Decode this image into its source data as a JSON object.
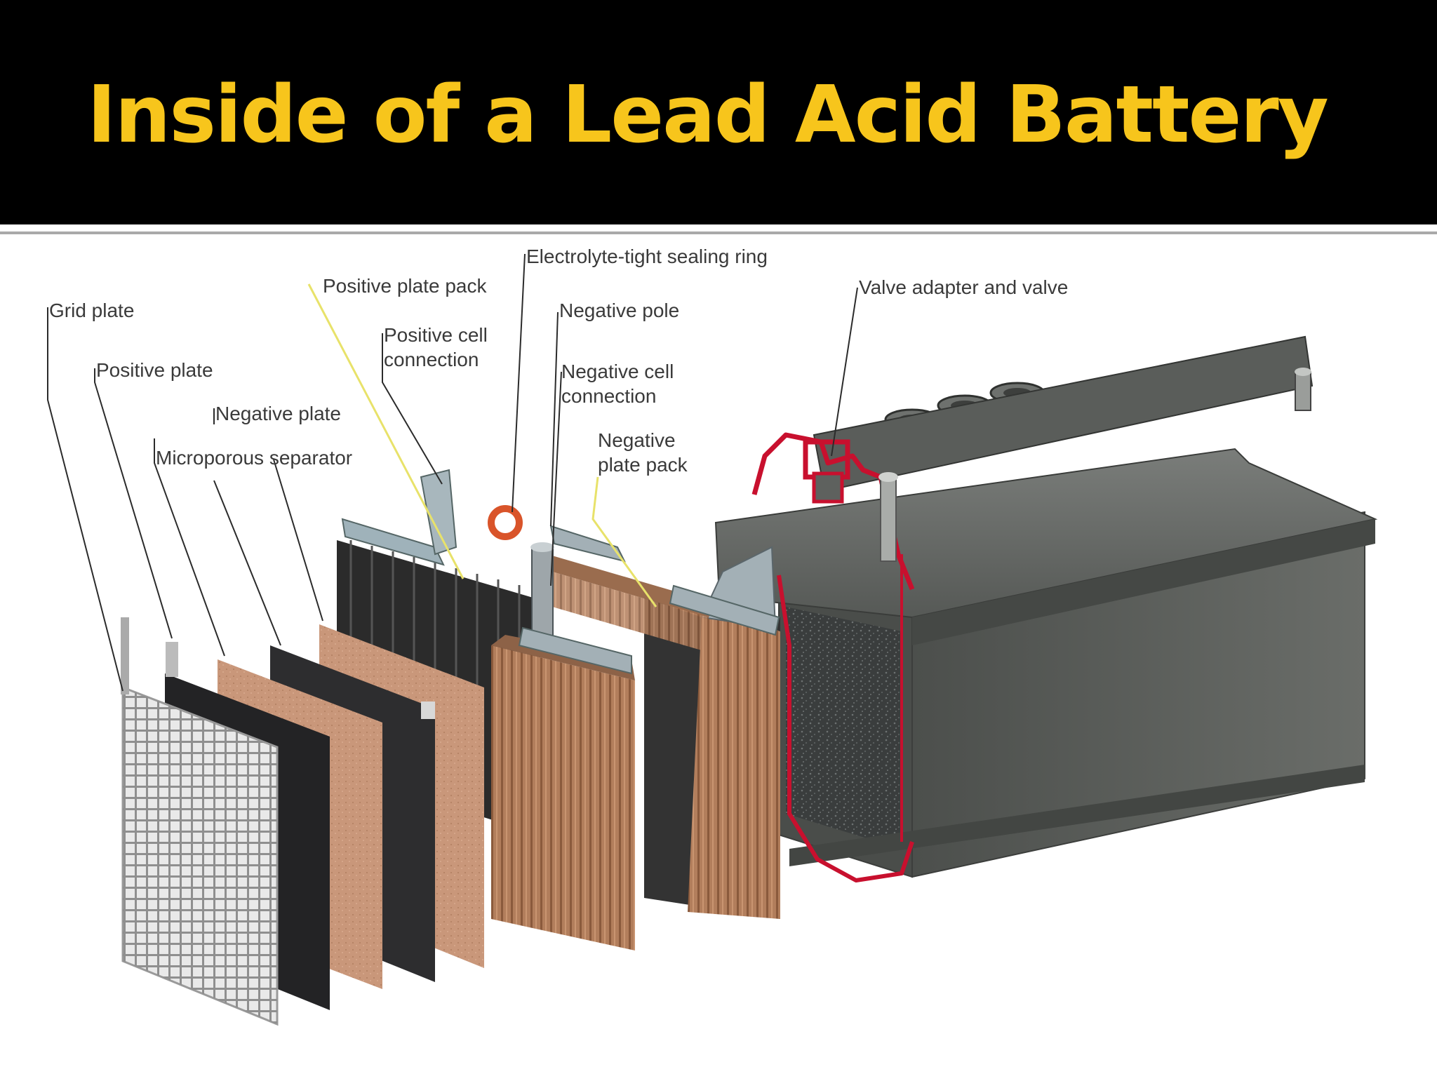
{
  "title": "Inside of a Lead Acid Battery",
  "labels": {
    "grid_plate": "Grid plate",
    "positive_plate": "Positive plate",
    "negative_plate": "Negative plate",
    "microporous_separator": "Microporous separator",
    "positive_plate_pack": "Positive plate pack",
    "positive_cell_connection_line1": "Positive cell",
    "positive_cell_connection_line2": "connection",
    "electrolyte_sealing_ring": "Electrolyte-tight sealing ring",
    "negative_pole": "Negative pole",
    "negative_cell_connection_line1": "Negative cell",
    "negative_cell_connection_line2": "connection",
    "negative_plate_pack_line1": "Negative",
    "negative_plate_pack_line2": "plate pack",
    "valve_adapter": "Valve adapter and valve"
  },
  "colors": {
    "title": "#f7c51c",
    "header_background": "#000000",
    "leader_line": "#2b2b2b",
    "highlight_line": "#e8e26a",
    "seal_red": "#c8102e",
    "case_gray": "#5d605c",
    "plate_copper": "#b27e5c"
  }
}
